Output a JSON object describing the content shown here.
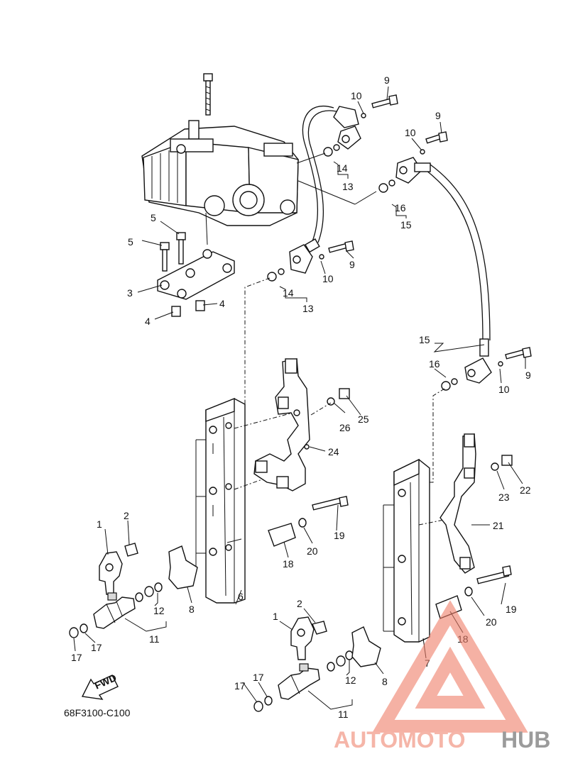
{
  "diagram": {
    "code": "68F3100-C100",
    "fwd_label": "FWD",
    "callouts": [
      {
        "id": "c9a",
        "text": "9"
      },
      {
        "id": "c10a",
        "text": "10"
      },
      {
        "id": "c9b",
        "text": "9"
      },
      {
        "id": "c10b",
        "text": "10"
      },
      {
        "id": "c14a",
        "text": "14"
      },
      {
        "id": "c13a",
        "text": "13"
      },
      {
        "id": "c16a",
        "text": "16"
      },
      {
        "id": "c15a",
        "text": "15"
      },
      {
        "id": "c5a",
        "text": "5"
      },
      {
        "id": "c5b",
        "text": "5"
      },
      {
        "id": "c3",
        "text": "3"
      },
      {
        "id": "c4a",
        "text": "4"
      },
      {
        "id": "c4b",
        "text": "4"
      },
      {
        "id": "c9c",
        "text": "9"
      },
      {
        "id": "c10c",
        "text": "10"
      },
      {
        "id": "c14b",
        "text": "14"
      },
      {
        "id": "c13b",
        "text": "13"
      },
      {
        "id": "c15b",
        "text": "15"
      },
      {
        "id": "c16b",
        "text": "16"
      },
      {
        "id": "c9d",
        "text": "9"
      },
      {
        "id": "c10d",
        "text": "10"
      },
      {
        "id": "c26",
        "text": "26"
      },
      {
        "id": "c25",
        "text": "25"
      },
      {
        "id": "c24",
        "text": "24"
      },
      {
        "id": "c23",
        "text": "23"
      },
      {
        "id": "c22",
        "text": "22"
      },
      {
        "id": "c21",
        "text": "21"
      },
      {
        "id": "c1a",
        "text": "1"
      },
      {
        "id": "c2a",
        "text": "2"
      },
      {
        "id": "c19a",
        "text": "19"
      },
      {
        "id": "c20a",
        "text": "20"
      },
      {
        "id": "c18a",
        "text": "18"
      },
      {
        "id": "c6",
        "text": "6"
      },
      {
        "id": "c8a",
        "text": "8"
      },
      {
        "id": "c12a",
        "text": "12"
      },
      {
        "id": "c11a",
        "text": "11"
      },
      {
        "id": "c17a",
        "text": "17"
      },
      {
        "id": "c17b",
        "text": "17"
      },
      {
        "id": "c19b",
        "text": "19"
      },
      {
        "id": "c20b",
        "text": "20"
      },
      {
        "id": "c18b",
        "text": "18"
      },
      {
        "id": "c7",
        "text": "7"
      },
      {
        "id": "c1b",
        "text": "1"
      },
      {
        "id": "c2b",
        "text": "2"
      },
      {
        "id": "c8b",
        "text": "8"
      },
      {
        "id": "c12b",
        "text": "12"
      },
      {
        "id": "c11b",
        "text": "11"
      },
      {
        "id": "c17c",
        "text": "17"
      },
      {
        "id": "c17d",
        "text": "17"
      }
    ]
  },
  "watermark": {
    "part1": "AUTOMOTO",
    "part2": "HUB",
    "color_main": "#f4a99a",
    "color_secondary": "#8a8a8a"
  }
}
